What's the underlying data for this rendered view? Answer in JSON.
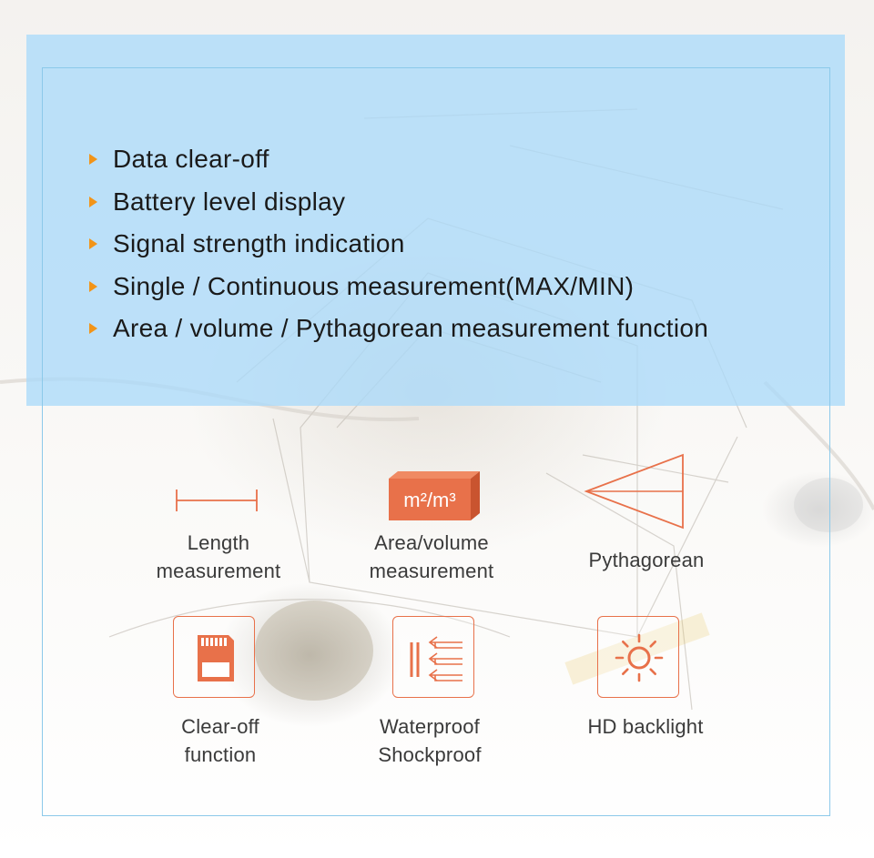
{
  "features_list": [
    "Data clear-off",
    "Battery level display",
    "Signal strength indication",
    "Single / Continuous measurement(MAX/MIN)",
    "Area / volume / Pythagorean measurement function"
  ],
  "icon_color": "#e8714a",
  "bullet_color": "#f29418",
  "panel_color": "#aadafa",
  "icons": {
    "length": {
      "icon": "length-ruler-icon",
      "caption_line1": "Length",
      "caption_line2": "measurement"
    },
    "area_volume": {
      "icon": "cube-icon",
      "badge": "m²/m³",
      "caption_line1": "Area/volume",
      "caption_line2": "measurement"
    },
    "pythagorean": {
      "icon": "triangle-icon",
      "caption": "Pythagorean"
    },
    "clear_off": {
      "icon": "sd-card-icon",
      "caption_line1": "Clear-off",
      "caption_line2": "function"
    },
    "waterproof": {
      "icon": "waterproof-shield-icon",
      "caption_line1": "Waterproof",
      "caption_line2": "Shockproof"
    },
    "backlight": {
      "icon": "sun-icon",
      "caption": "HD backlight"
    }
  }
}
